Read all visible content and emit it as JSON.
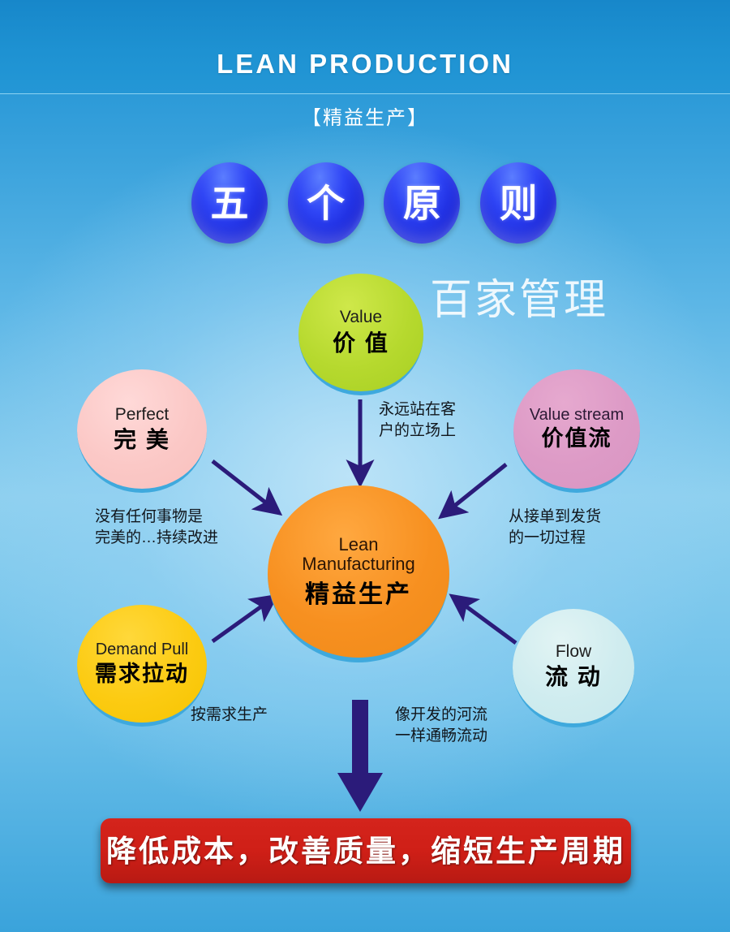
{
  "header": {
    "title": "LEAN PRODUCTION",
    "subtitle": "【精益生产】"
  },
  "principles": {
    "chars": [
      "五",
      "个",
      "原",
      "则"
    ]
  },
  "watermark": "百家管理",
  "center": {
    "en": "Lean\nManufacturing",
    "cn": "精益生产"
  },
  "bubbles": {
    "value": {
      "en": "Value",
      "cn": "价 值",
      "color": "#b6d92e"
    },
    "perfect": {
      "en": "Perfect",
      "cn": "完 美",
      "color": "#fbc8c6"
    },
    "value_stream": {
      "en": "Value stream",
      "cn": "价值流",
      "color": "#dd9ac6"
    },
    "demand_pull": {
      "en": "Demand  Pull",
      "cn": "需求拉动",
      "color": "#fccb12"
    },
    "flow": {
      "en": "Flow",
      "cn": "流 动",
      "color": "#cfecef"
    }
  },
  "notes": {
    "value": "永远站在客\n户的立场上",
    "perfect": "没有任何事物是\n完美的…持续改进",
    "value_stream": "从接单到发货\n的一切过程",
    "demand_pull": "按需求生产",
    "flow": "像开发的河流\n一样通畅流动"
  },
  "banner": {
    "text": "降低成本，改善质量，缩短生产周期",
    "color": "#cf1f17"
  },
  "colors": {
    "background_top": "#1a8fd0",
    "background_mid": "#8ed0ef",
    "arrow": "#2b1b7a",
    "center_circle": "#f79020",
    "rim": "#3fa9dd"
  }
}
